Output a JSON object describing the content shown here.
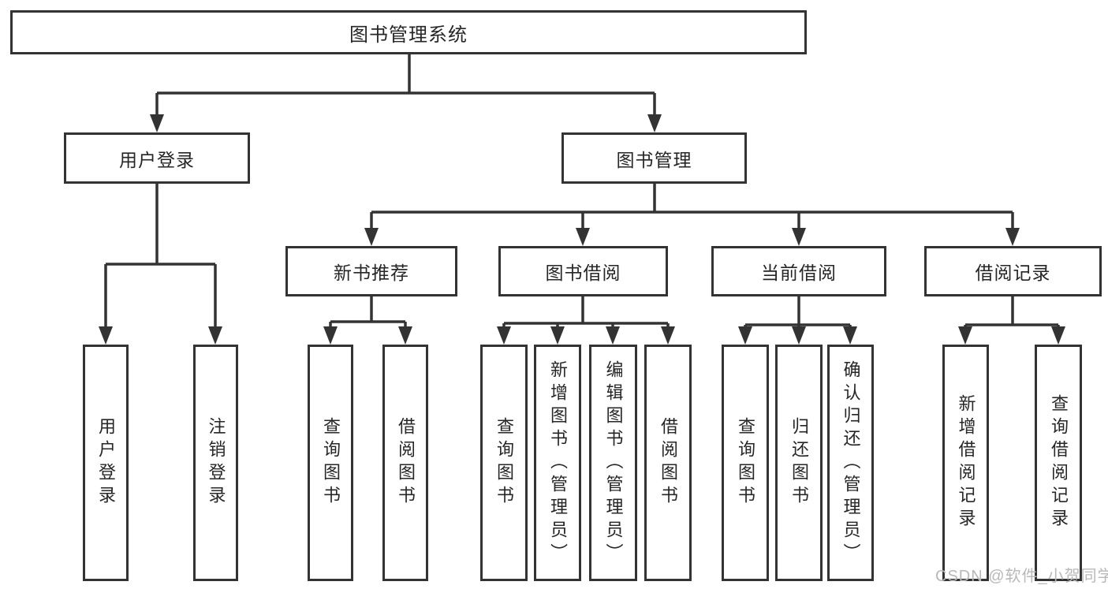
{
  "nodes": {
    "root": "图书管理系统",
    "user_login": "用户登录",
    "book_mgmt": "图书管理",
    "new_book_rec": "新书推荐",
    "book_borrow": "图书借阅",
    "current_borrow": "当前借阅",
    "borrow_records": "借阅记录",
    "leaves": {
      "user_login": [
        "用户登录",
        "注销登录"
      ],
      "new_book_rec": [
        "查询图书",
        "借阅图书"
      ],
      "book_borrow": [
        "查询图书",
        "新增图书（管理员）",
        "编辑图书（管理员）",
        "借阅图书"
      ],
      "current_borrow": [
        "查询图书",
        "归还图书",
        "确认归还（管理员）"
      ],
      "borrow_records": [
        "新增借阅记录",
        "查询借阅记录"
      ]
    }
  },
  "watermark": "CSDN @软件_小贺同学",
  "colors": {
    "line": "#333333",
    "text": "#262626",
    "watermark": "#b8b8b8",
    "background": "#ffffff"
  }
}
